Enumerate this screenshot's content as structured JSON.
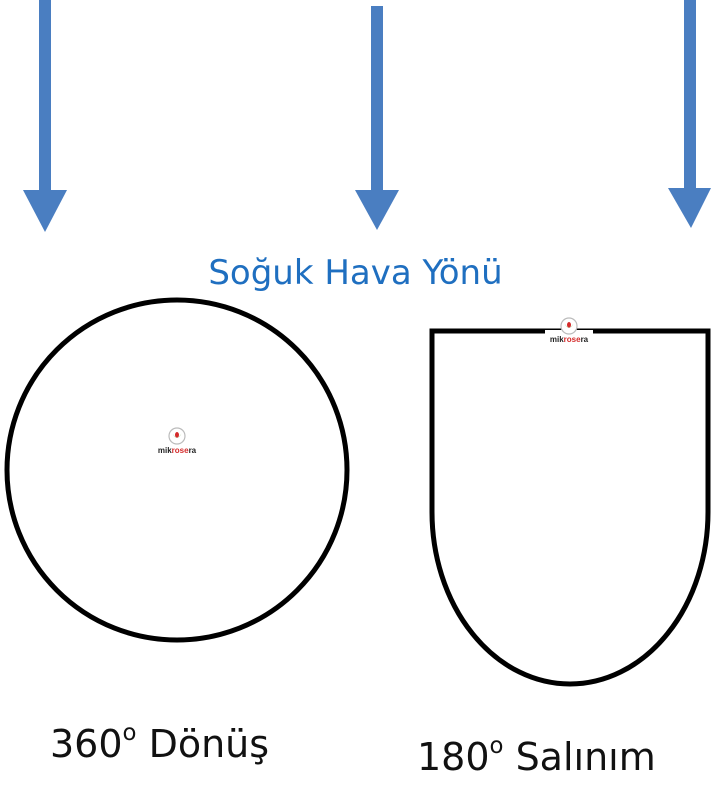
{
  "diagram": {
    "title": "Soğuk Hava Yönü",
    "left_label": {
      "number": "360",
      "degree": "o",
      "text": " Dönüş"
    },
    "right_label": {
      "number": "180",
      "degree": "o",
      "text": " Salınım"
    },
    "logo": {
      "part1": "mik",
      "part2": "rose",
      "part3": "ra"
    },
    "colors": {
      "arrow": "#4a7ec1",
      "title": "#1f6fc0",
      "outline": "#000000",
      "logo_green": "#5a9a3a",
      "logo_red": "#d42a2a",
      "logo_dark": "#222222"
    },
    "arrow_count": 3
  }
}
